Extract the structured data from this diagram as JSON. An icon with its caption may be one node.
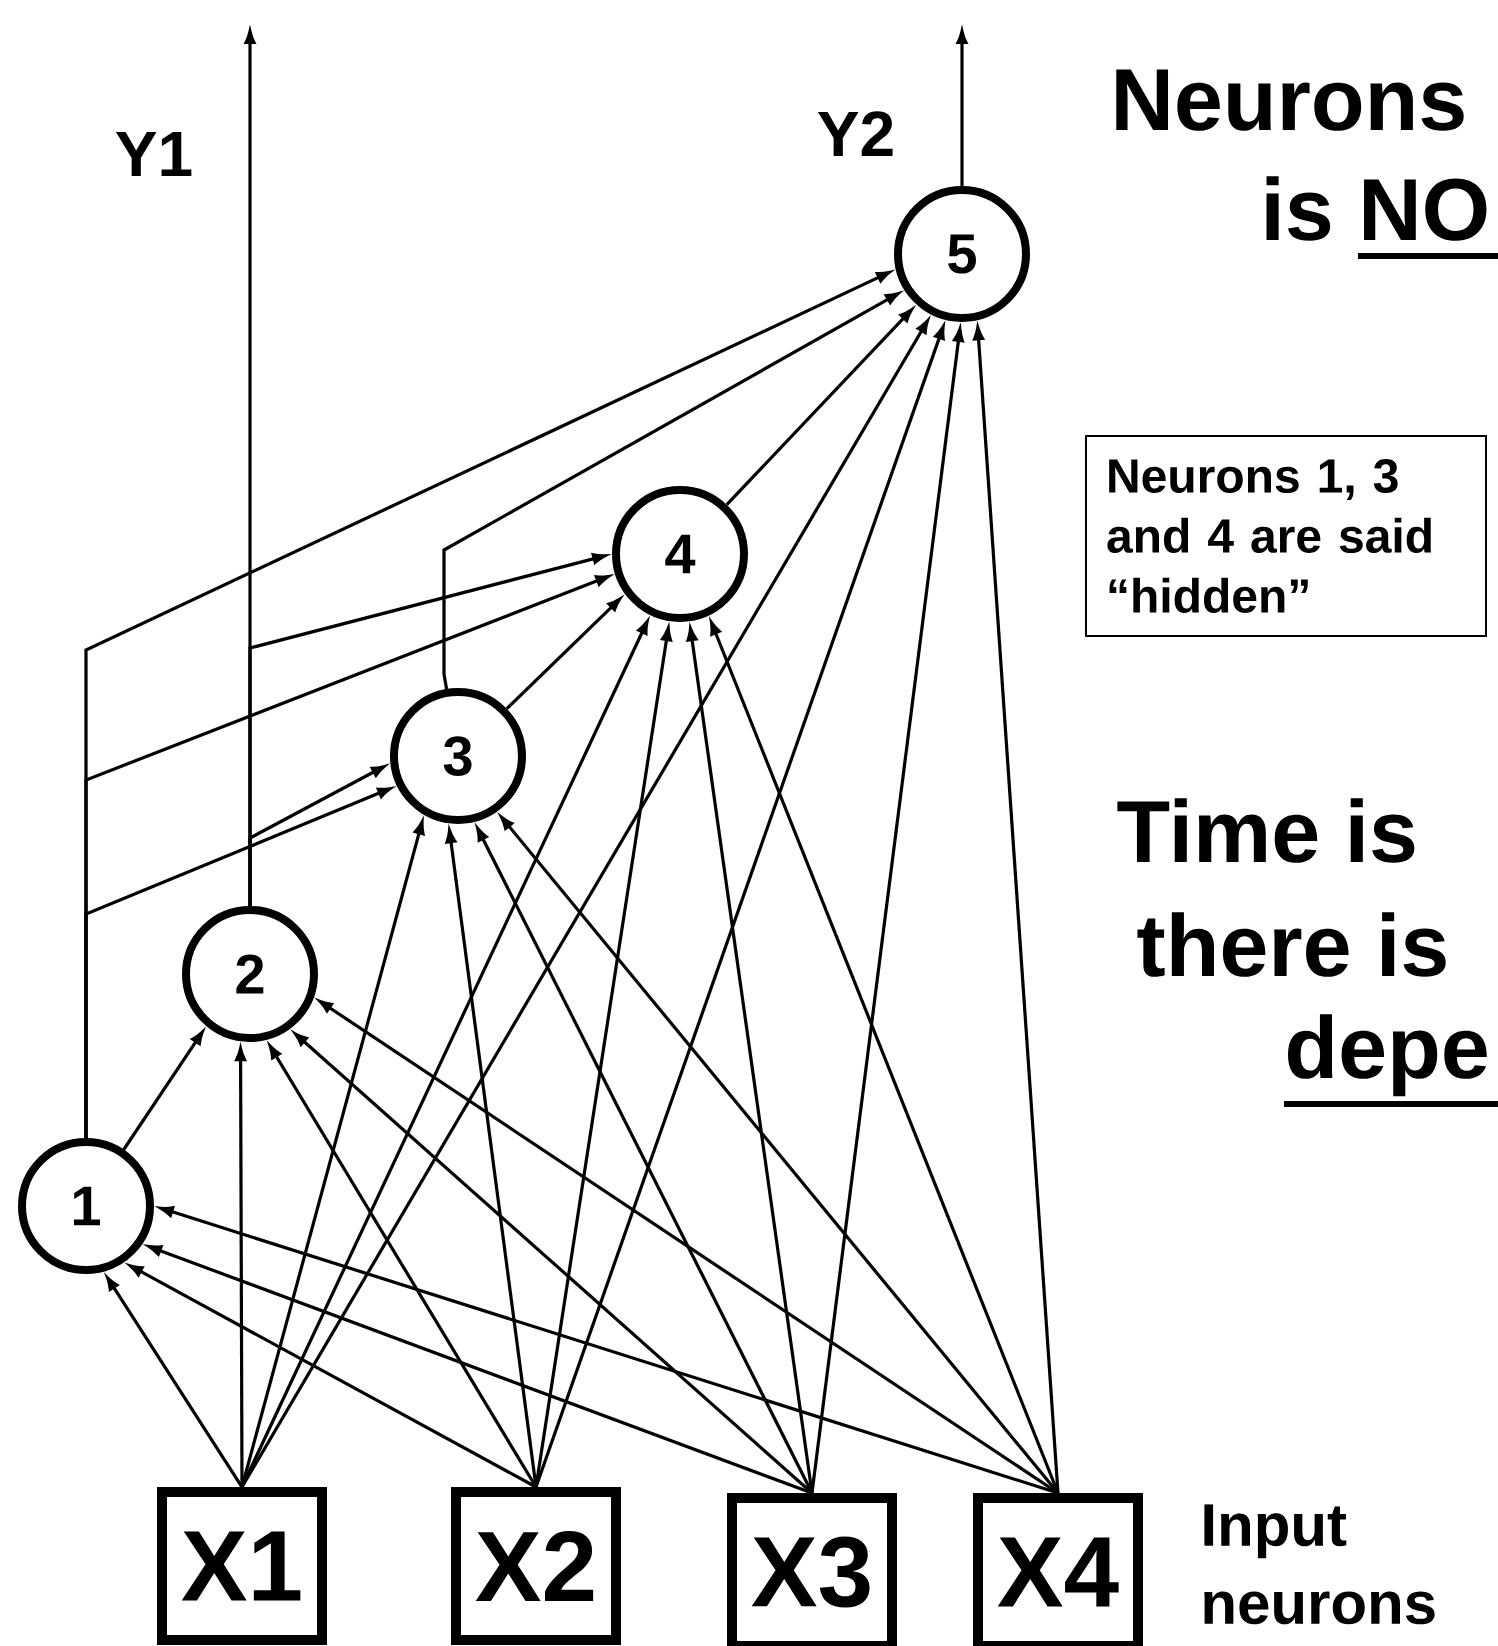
{
  "diagram": {
    "nodes": [
      {
        "text": [
          "1"
        ]
      },
      {
        "text": [
          "2"
        ]
      },
      {
        "text": [
          "3"
        ]
      },
      {
        "text": [
          "4"
        ]
      },
      {
        "text": [
          "5"
        ]
      },
      {
        "text": [
          "X1"
        ]
      },
      {
        "text": [
          "X2"
        ]
      },
      {
        "text": [
          "X3"
        ]
      },
      {
        "text": [
          "X4"
        ]
      },
      {
        "text": [
          "Neurons 1, 3 and 4 are said “hidden”"
        ]
      }
    ],
    "edges": [
      {
        "from": 0,
        "to": 1,
        "arrow": "to"
      },
      {
        "from": 0,
        "to": 2,
        "arrow": "to"
      },
      {
        "from": 0,
        "to": 3,
        "arrow": "to"
      },
      {
        "from": 0,
        "to": 4,
        "arrow": "to"
      },
      {
        "from": 1,
        "to": null,
        "arrow": "to"
      },
      {
        "from": 1,
        "to": 2,
        "arrow": "to"
      },
      {
        "from": 1,
        "to": 3,
        "arrow": "to"
      },
      {
        "from": 2,
        "to": 3,
        "arrow": "to"
      },
      {
        "from": 2,
        "to": 4,
        "arrow": "to"
      },
      {
        "from": 3,
        "to": 4,
        "arrow": "to"
      },
      {
        "from": 4,
        "to": null,
        "arrow": "to"
      },
      {
        "from": 5,
        "to": 0,
        "arrow": "to"
      },
      {
        "from": 5,
        "to": 1,
        "arrow": "to"
      },
      {
        "from": 5,
        "to": 2,
        "arrow": "to"
      },
      {
        "from": 5,
        "to": 3,
        "arrow": "to"
      },
      {
        "from": 5,
        "to": 4,
        "arrow": "to"
      },
      {
        "from": 6,
        "to": 0,
        "arrow": "to"
      },
      {
        "from": 6,
        "to": 1,
        "arrow": "to"
      },
      {
        "from": 6,
        "to": 2,
        "arrow": "to"
      },
      {
        "from": 6,
        "to": 3,
        "arrow": "to"
      },
      {
        "from": 6,
        "to": 4,
        "arrow": "to"
      },
      {
        "from": 7,
        "to": 0,
        "arrow": "to"
      },
      {
        "from": 7,
        "to": 1,
        "arrow": "to"
      },
      {
        "from": 7,
        "to": 2,
        "arrow": "to"
      },
      {
        "from": 7,
        "to": 3,
        "arrow": "to"
      },
      {
        "from": 7,
        "to": 4,
        "arrow": "to"
      },
      {
        "from": 8,
        "to": 0,
        "arrow": "to"
      },
      {
        "from": 8,
        "to": 1,
        "arrow": "to"
      },
      {
        "from": 8,
        "to": 2,
        "arrow": "to"
      },
      {
        "from": 8,
        "to": 3,
        "arrow": "to"
      },
      {
        "from": 8,
        "to": 4,
        "arrow": "to"
      }
    ],
    "labels": [
      "Y1",
      "Y2",
      "Neurons",
      "is NO",
      "Time is",
      "there is",
      "depe",
      "Input neurons"
    ]
  }
}
